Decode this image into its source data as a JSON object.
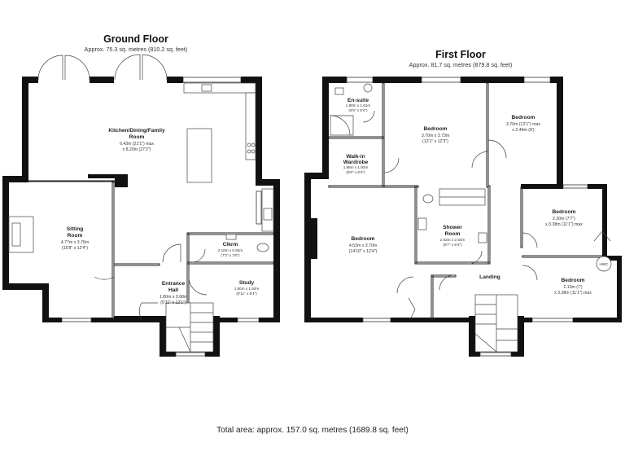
{
  "total_area": "Total area: approx. 157.0 sq. metres (1689.8 sq. feet)",
  "ground": {
    "title": "Ground Floor",
    "area": "Approx. 75.3 sq. metres (810.2 sq. feet)",
    "rooms": {
      "kitchen": {
        "name1": "Kitchen/Dining/Family",
        "name2": "Room",
        "dim1": "6.43m (21'1\") max",
        "dim2": "x 8.20m (27'2\")"
      },
      "sitting": {
        "name1": "Sitting",
        "name2": "Room",
        "dim1": "4.77m x 3.76m",
        "dim2": "(15'8\" x 12'4\")"
      },
      "cloakroom": {
        "name1": "Clkrm",
        "dim1": "2.18m x 0.92m",
        "dim2": "(7'2\" x 3'0\")"
      },
      "hall": {
        "name1": "Entrance",
        "name2": "Hall",
        "dim1": "1.80m x 3.68m",
        "dim2": "(5'11\" x 12'1\")"
      },
      "study": {
        "name1": "Study",
        "dim1": "1.80m x 1.92m",
        "dim2": "(5'11\" x 6'4\")"
      }
    }
  },
  "first": {
    "title": "First Floor",
    "area": "Approx. 81.7 sq. metres (879.8 sq. feet)",
    "rooms": {
      "ensuite": {
        "name1": "En-suite",
        "dim1": "1.98m x 1.61m",
        "dim2": "(6'6\" x 5'4\")"
      },
      "bedroom_main": {
        "name1": "Bedroom",
        "dim1": "3.70m x 3.73m",
        "dim2": "(12'1\" x 12'3\")"
      },
      "bedroom_ne": {
        "name1": "Bedroom",
        "dim1": "3.70m (12'1\") max",
        "dim2": "x 2.44m (8')"
      },
      "wardrobe": {
        "name1": "Walk-in",
        "name2": "Wardrobe",
        "dim1": "1.98m x 1.93m",
        "dim2": "(6'6\" x 6'4\")"
      },
      "bedroom_w": {
        "name1": "Bedroom",
        "dim1": "4.53m x 3.70m",
        "dim2": "(14'10\" x 12'4\")"
      },
      "shower": {
        "name1": "Shower",
        "name2": "Room",
        "dim1": "2.63m x 2.54m",
        "dim2": "(8'7\" x 8'4\")"
      },
      "bedroom_e": {
        "name1": "Bedroom",
        "dim1": "2.30m (7'7\")",
        "dim2": "x 3.38m (11'1\") max"
      },
      "bedroom_se": {
        "name1": "Bedroom",
        "dim1": "2.13m (7')",
        "dim2": "x 3.38m (11'1\") max"
      },
      "landing": {
        "name1": "Landing"
      },
      "cupboard": {
        "name1": "HWC"
      }
    }
  }
}
